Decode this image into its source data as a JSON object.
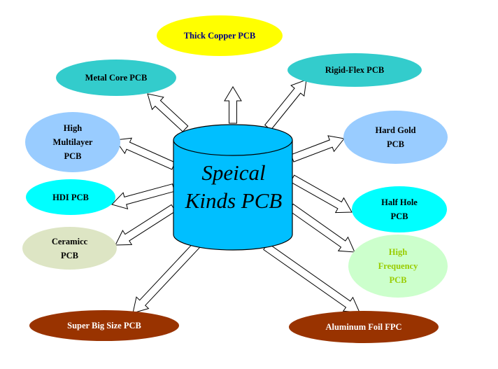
{
  "center": {
    "label": "Speical\nKinds PCB",
    "fill": "#00BFFF"
  },
  "nodes": [
    {
      "id": "thick-copper",
      "label": "Thick Copper PCB",
      "fill": "#FFFF00",
      "text": "#000080"
    },
    {
      "id": "metal-core",
      "label": "Metal Core PCB",
      "fill": "#33CCCC",
      "text": "#000000"
    },
    {
      "id": "rigid-flex",
      "label": "Rigid-Flex PCB",
      "fill": "#33CCCC",
      "text": "#000000"
    },
    {
      "id": "high-multilayer",
      "label": "High\nMultilayer\nPCB",
      "fill": "#99CCFF",
      "text": "#000000"
    },
    {
      "id": "hard-gold",
      "label": "Hard Gold\nPCB",
      "fill": "#99CCFF",
      "text": "#000000"
    },
    {
      "id": "hdi",
      "label": "HDI PCB",
      "fill": "#00FFFF",
      "text": "#000000"
    },
    {
      "id": "half-hole",
      "label": "Half Hole\nPCB",
      "fill": "#00FFFF",
      "text": "#000000"
    },
    {
      "id": "ceramic",
      "label": "Ceramicc\nPCB",
      "fill": "#DDE5C4",
      "text": "#000000"
    },
    {
      "id": "high-frequency",
      "label": "High\nFrequency\nPCB",
      "fill": "#CCFFCC",
      "text": "#99CC00"
    },
    {
      "id": "super-big-size",
      "label": "Super Big Size PCB",
      "fill": "#993300",
      "text": "#FFFFFF"
    },
    {
      "id": "aluminum-foil",
      "label": "Aluminum Foil FPC",
      "fill": "#993300",
      "text": "#FFFFFF"
    }
  ]
}
